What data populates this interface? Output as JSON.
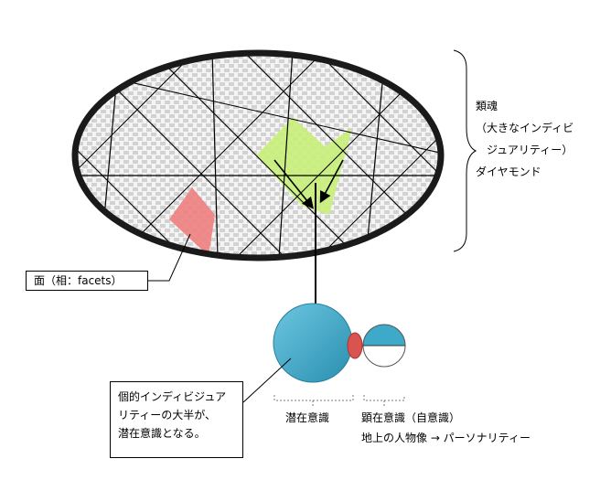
{
  "right_labels": {
    "line1": "類魂",
    "line2": "（大きなインディビ",
    "line3": "　ジュアリティー）",
    "line4": "ダイヤモンド"
  },
  "facet_label": "面（相：facets）",
  "note": {
    "line1": "個的インディビジュア",
    "line2": "リティーの大半が、",
    "line3": "潜在意識となる。"
  },
  "subconscious_label": "潜在意識",
  "conscious_label": "顕在意識（自意識）",
  "persona_label": "地上の人物像 → パーソナリティー",
  "colors": {
    "ellipse_border": "#1a1a1a",
    "facet_green": "#c8f07a",
    "facet_red": "#f08080",
    "sphere_blue": "#3fa9c9",
    "connector_red": "#d9534f"
  }
}
